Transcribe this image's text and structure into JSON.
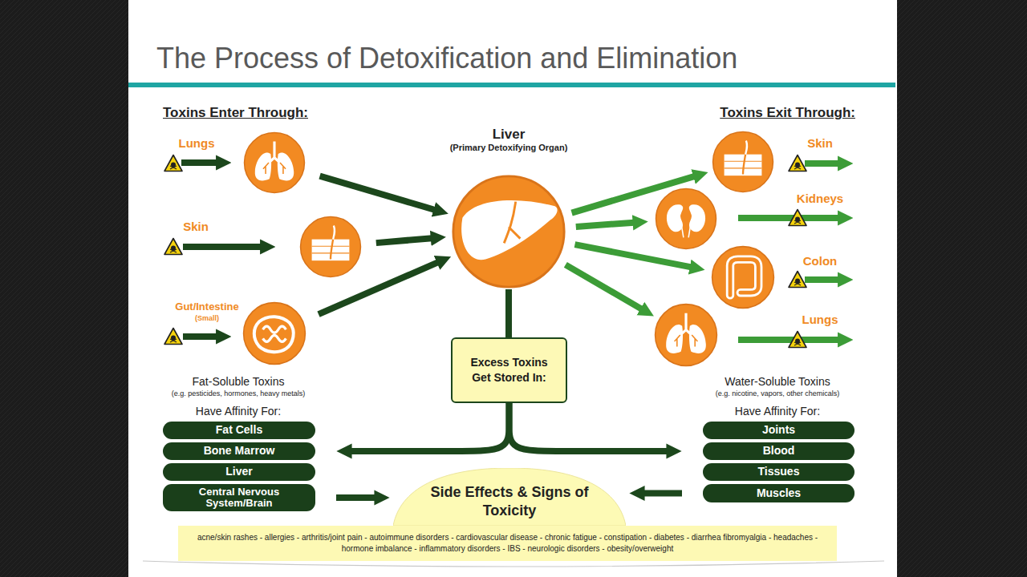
{
  "diagram": {
    "title": "The Process of Detoxification and Elimination",
    "nodes": [
      {
        "text": [
          "Lungs"
        ]
      },
      {
        "text": [
          "Skin"
        ]
      },
      {
        "text": [
          "Gut/Intestine",
          "(Small)"
        ]
      },
      {
        "text": [
          "Liver",
          "(Primary Detoxifying Organ)"
        ]
      },
      {
        "text": [
          "Skin"
        ]
      },
      {
        "text": [
          "Kidneys"
        ]
      },
      {
        "text": [
          "Colon"
        ]
      },
      {
        "text": [
          "Lungs"
        ]
      },
      {
        "text": [
          "Excess Toxins Get Stored In:"
        ]
      },
      {
        "text": [
          "Fat Cells"
        ]
      },
      {
        "text": [
          "Bone Marrow"
        ]
      },
      {
        "text": [
          "Liver"
        ]
      },
      {
        "text": [
          "Central Nervous System/Brain"
        ]
      },
      {
        "text": [
          "Joints"
        ]
      },
      {
        "text": [
          "Blood"
        ]
      },
      {
        "text": [
          "Tissues"
        ]
      },
      {
        "text": [
          "Muscles"
        ]
      },
      {
        "text": [
          "Side Effects & Signs of Toxicity"
        ]
      },
      {
        "text": [
          "acne/skin rashes - allergies - arthritis/joint pain - autoimmune disorders - cardiovascular disease - chronic fatigue - constipation - diabetes - diarrhea fibromyalgia - headaches - hormone imbalance - inflammatory disorders - IBS - neurologic disorders - obesity/overweight"
        ]
      }
    ],
    "edges": [
      {
        "from": 0,
        "to": 3,
        "arrow": "to"
      },
      {
        "from": 1,
        "to": 3,
        "arrow": "to"
      },
      {
        "from": 2,
        "to": 3,
        "arrow": "to"
      },
      {
        "from": 3,
        "to": 4,
        "arrow": "to"
      },
      {
        "from": 3,
        "to": 5,
        "arrow": "to"
      },
      {
        "from": 3,
        "to": 6,
        "arrow": "to"
      },
      {
        "from": 3,
        "to": 7,
        "arrow": "to"
      },
      {
        "from": 3,
        "to": 8,
        "arrow": "none"
      },
      {
        "from": 8,
        "to": 10,
        "arrow": "to"
      },
      {
        "from": 8,
        "to": 14,
        "arrow": "to"
      },
      {
        "from": 12,
        "to": 17,
        "arrow": "to"
      },
      {
        "from": 16,
        "to": 17,
        "arrow": "to"
      }
    ],
    "labels": [
      "Toxins Enter Through:",
      "Toxins Exit Through:",
      "Fat-Soluble Toxins",
      "(e.g. pesticides, hormones, heavy metals)",
      "Have Affinity For:",
      "Water-Soluble Toxins",
      "(e.g. nicotine, vapors, other chemicals)",
      "Have Affinity For:"
    ]
  }
}
